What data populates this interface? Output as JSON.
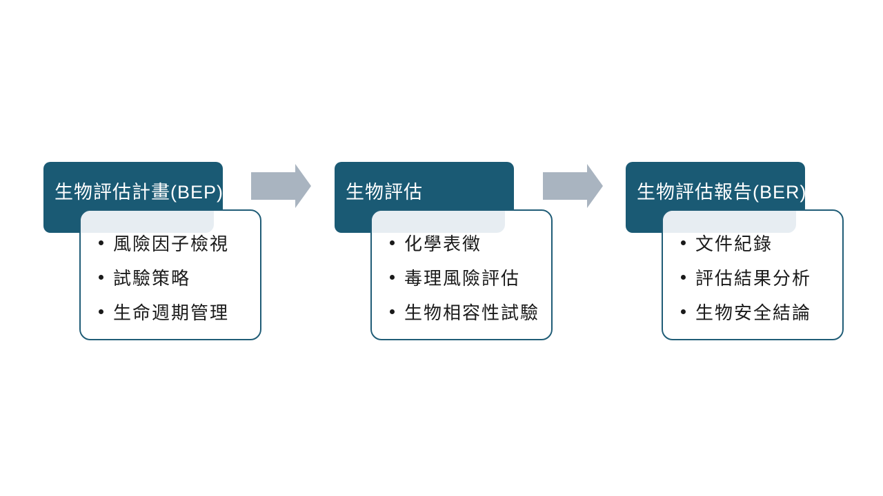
{
  "diagram": {
    "type": "process-flow",
    "background": "#FFFFFF",
    "colors": {
      "header_fill": "#1A5A74",
      "header_text": "#FFFFFF",
      "box_border": "#1F5C76",
      "box_fill": "#FFFFFF",
      "tint_fill": "#E7EDF2",
      "arrow_fill": "#A9B4C0",
      "bullet_text": "#1A1A1A"
    },
    "steps": [
      {
        "title": "生物評估計畫(BEP)",
        "items": [
          "風險因子檢視",
          "試驗策略",
          "生命週期管理"
        ]
      },
      {
        "title": "生物評估",
        "items": [
          "化學表徵",
          "毒理風險評估",
          "生物相容性試驗"
        ]
      },
      {
        "title": "生物評估報告(BER)",
        "items": [
          "文件紀錄",
          "評估結果分析",
          "生物安全結論"
        ]
      }
    ],
    "connectors": [
      {
        "icon": "right-block-arrow"
      },
      {
        "icon": "right-block-arrow"
      }
    ]
  }
}
